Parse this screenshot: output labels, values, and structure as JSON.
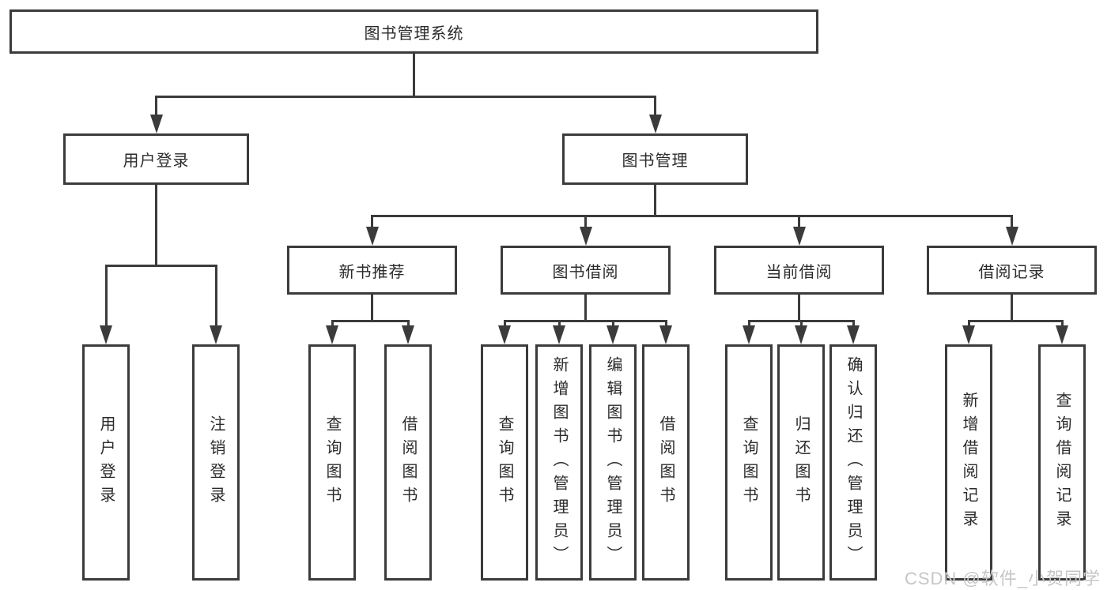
{
  "tree": {
    "label": "图书管理系统",
    "children": [
      {
        "label": "用户登录",
        "children": [
          {
            "label": "用户登录"
          },
          {
            "label": "注销登录"
          }
        ]
      },
      {
        "label": "图书管理",
        "children": [
          {
            "label": "新书推荐",
            "children": [
              {
                "label": "查询图书"
              },
              {
                "label": "借阅图书"
              }
            ]
          },
          {
            "label": "图书借阅",
            "children": [
              {
                "label": "查询图书"
              },
              {
                "label": "新增图书（管理员）"
              },
              {
                "label": "编辑图书（管理员）"
              },
              {
                "label": "借阅图书"
              }
            ]
          },
          {
            "label": "当前借阅",
            "children": [
              {
                "label": "查询图书"
              },
              {
                "label": "归还图书"
              },
              {
                "label": "确认归还（管理员）"
              }
            ]
          },
          {
            "label": "借阅记录",
            "children": [
              {
                "label": "新增借阅记录"
              },
              {
                "label": "查询借阅记录"
              }
            ]
          }
        ]
      }
    ]
  },
  "watermark": "CSDN @软件_小贺同学",
  "colors": {
    "line": "#3b3b3b",
    "text": "#2b2b2b",
    "watermark": "#c6c6c6",
    "background": "#ffffff"
  }
}
